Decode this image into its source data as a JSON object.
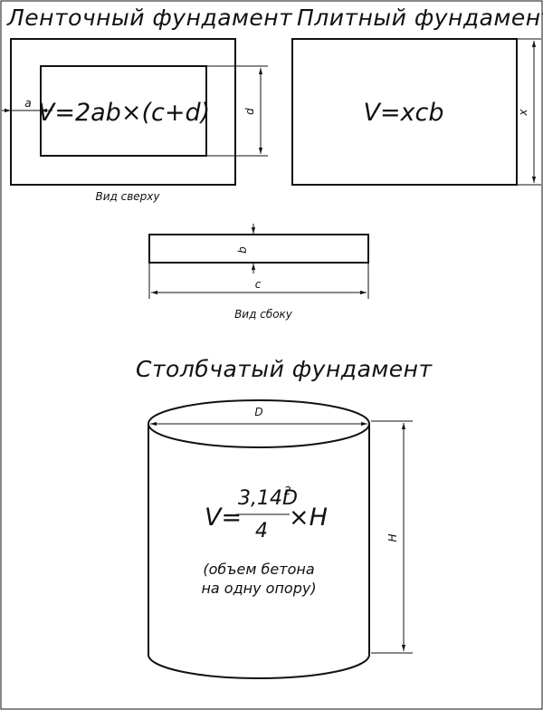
{
  "strip_foundation": {
    "title": "Ленточный фундамент",
    "formula": "V=2ab×(c+d)",
    "dim_a": "a",
    "dim_d": "d",
    "caption": "Вид сверху"
  },
  "slab_foundation": {
    "title": "Плитный фундамент",
    "formula": "V=xcb",
    "dim_x": "x"
  },
  "side_view": {
    "dim_b": "b",
    "dim_c": "c",
    "caption": "Вид сбоку"
  },
  "column_foundation": {
    "title": "Столбчатый фундамент",
    "dim_D": "D",
    "dim_H": "H",
    "formula_lhs": "V=",
    "formula_numerator": "3,14D",
    "formula_exponent": "2",
    "formula_denominator": "4",
    "formula_rhs": "×H",
    "note_line1": "(объем бетона",
    "note_line2": "на одну опору)"
  }
}
